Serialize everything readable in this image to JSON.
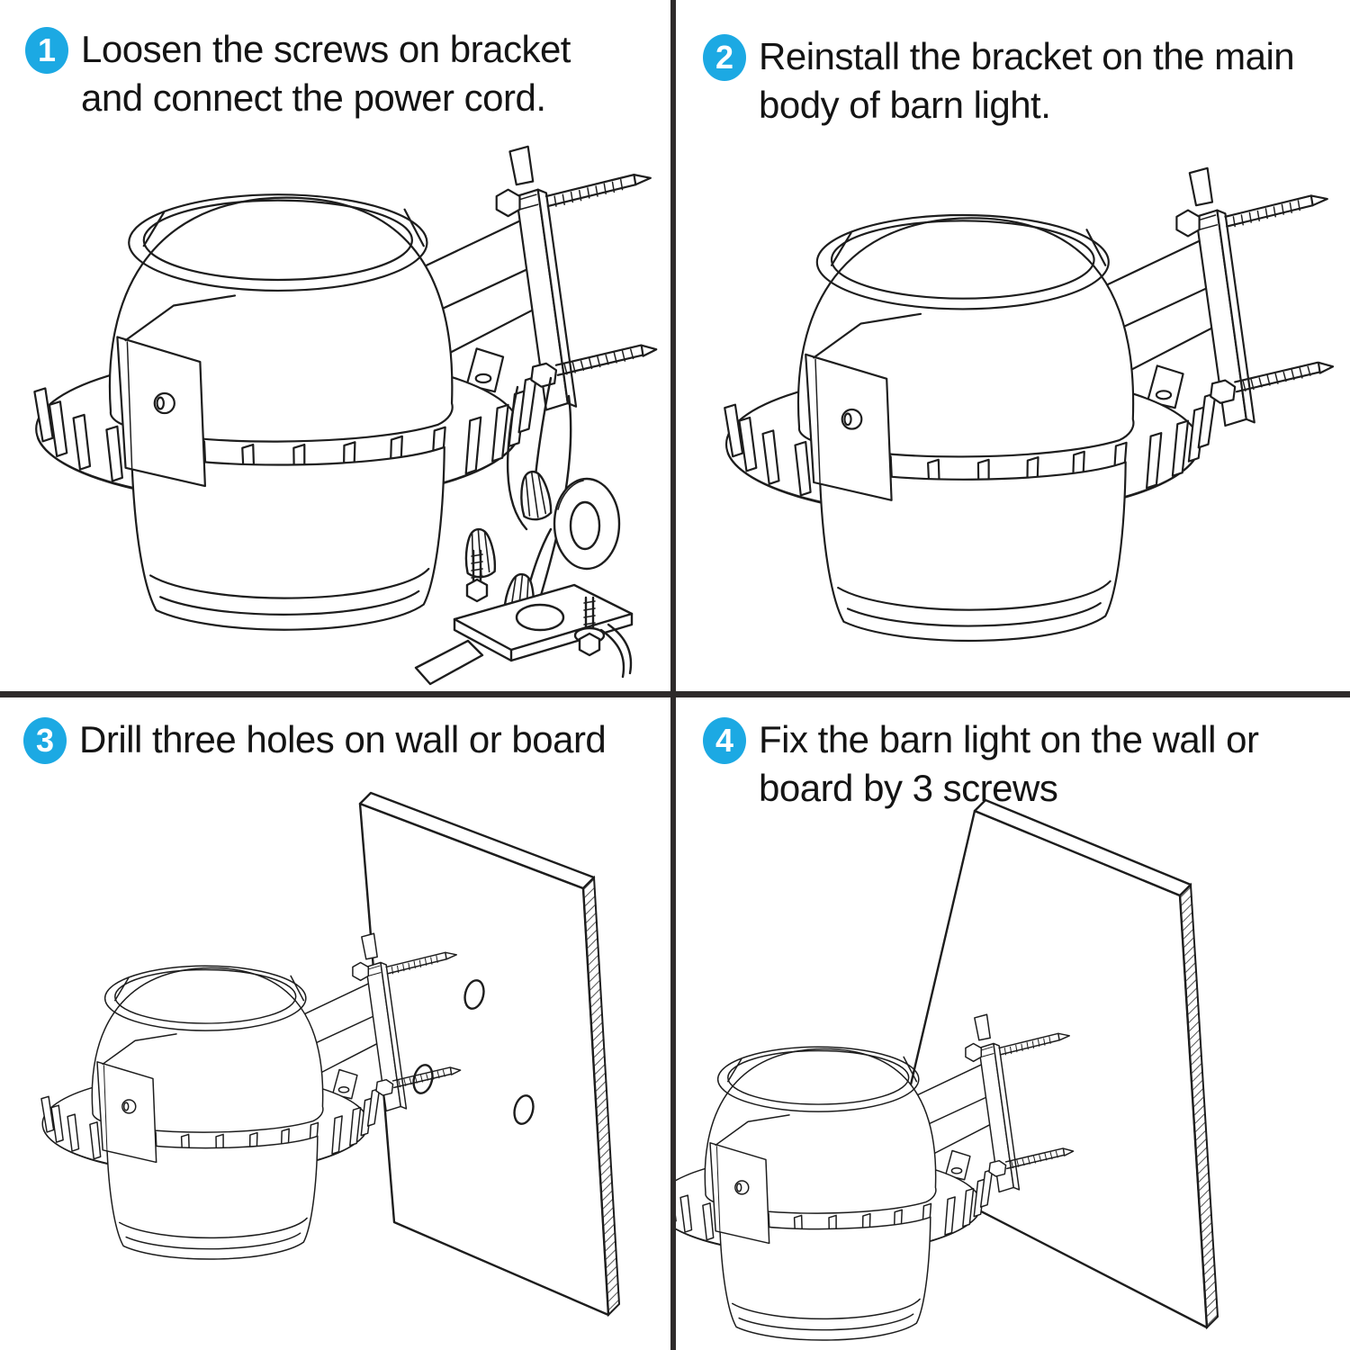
{
  "page": {
    "background_color": "#ffffff",
    "divider_color": "#2e2b2b",
    "description_style": "four-quadrant barn light installation instruction diagram"
  },
  "badge": {
    "fill_color": "#1ca9e3",
    "number_color": "#ffffff"
  },
  "steps": [
    {
      "number": "1",
      "line1": "Loosen the screws on bracket",
      "line2": "and connect the power cord."
    },
    {
      "number": "2",
      "line1": "Reinstall the bracket on the main",
      "line2": "body of barn light."
    },
    {
      "number": "3",
      "line1": "Drill three holes on wall or board",
      "line2": ""
    },
    {
      "number": "4",
      "line1": "Fix the barn light on the wall or",
      "line2": "board by 3 screws"
    }
  ],
  "illustrations": {
    "step1": "barn-light-with-bracket-screws-wire-nuts-and-power-cord",
    "step2": "barn-light-with-bracket-reinstalled-on-main-body",
    "step3": "barn-light-beside-board-with-three-drilled-holes",
    "step4": "barn-light-fixed-on-board-with-three-screws"
  }
}
